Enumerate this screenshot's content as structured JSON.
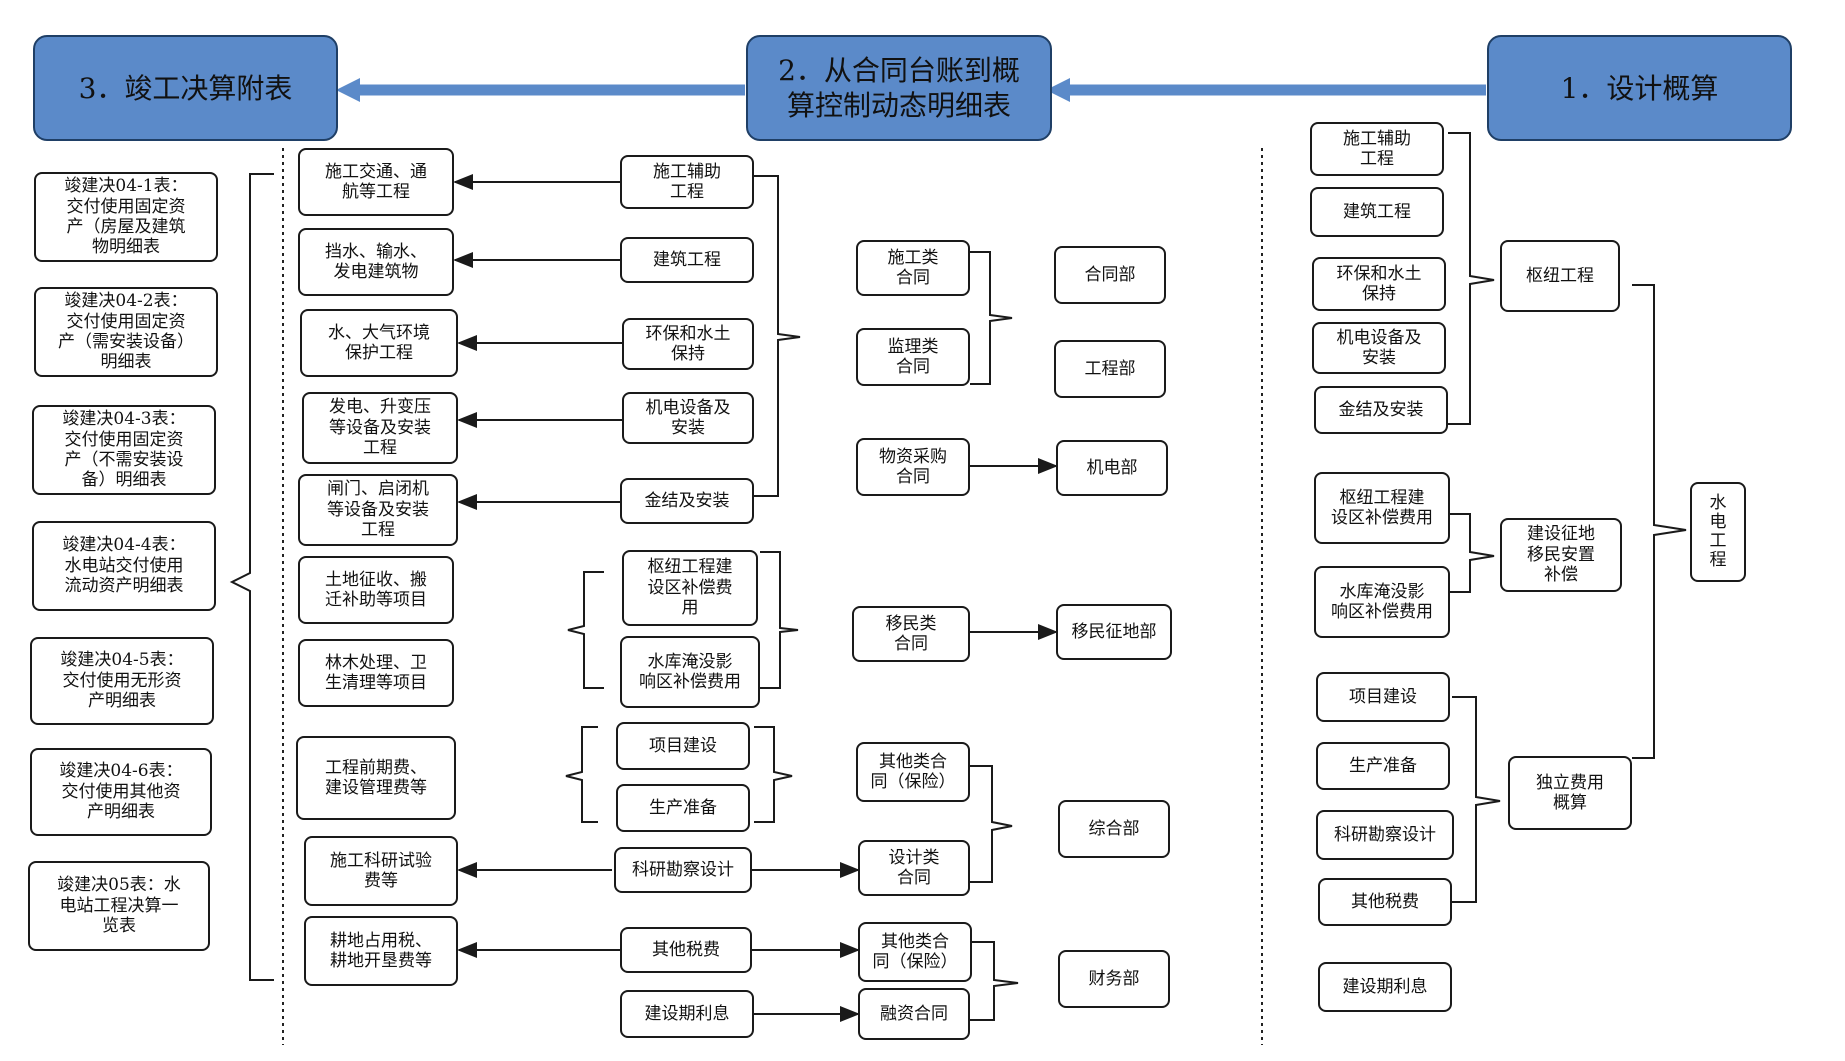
{
  "headers": {
    "final": "3．竣工决算附表",
    "ledger": "2．从合同台账到概\n算控制动态明细表",
    "estimate": "1．设计概算"
  },
  "final_tables": [
    "竣建决04-1表：\n交付使用固定资\n产（房屋及建筑\n物明细表",
    "竣建决04-2表：\n交付使用固定资\n产（需安装设备）\n明细表",
    "竣建决04-3表：\n交付使用固定资\n产（不需安装设\n备）明细表",
    "竣建决04-4表：\n水电站交付使用\n流动资产明细表",
    "竣建决04-5表：\n交付使用无形资\n产明细表",
    "竣建决04-6表：\n交付使用其他资\n产明细表",
    "竣建决05表：水\n电站工程决算一\n览表"
  ],
  "project_items": [
    "施工交通、通\n航等工程",
    "挡水、输水、\n发电建筑物",
    "水、大气环境\n保护工程",
    "发电、升变压\n等设备及安装\n工程",
    "闸门、启闭机\n等设备及安装\n工程",
    "土地征收、搬\n迁补助等项目",
    "林木处理、卫\n生清理等项目",
    "工程前期费、\n建设管理费等",
    "施工科研试验\n费等",
    "耕地占用税、\n耕地开垦费等"
  ],
  "budget_items": [
    "施工辅助\n工程",
    "建筑工程",
    "环保和水土\n保持",
    "机电设备及\n安装",
    "金结及安装",
    "枢纽工程建\n设区补偿费\n用",
    "水库淹没影\n响区补偿费用",
    "项目建设",
    "生产准备",
    "科研勘察设计",
    "其他税费",
    "建设期利息"
  ],
  "contracts": [
    "施工类\n合同",
    "监理类\n合同",
    "物资采购\n合同",
    "移民类\n合同",
    "其他类合\n同（保险）",
    "设计类\n合同",
    "其他类合\n同（保险）",
    "融资合同"
  ],
  "departments": [
    "合同部",
    "工程部",
    "机电部",
    "移民征地部",
    "综合部",
    "财务部"
  ],
  "estimate_items": [
    "施工辅助\n工程",
    "建筑工程",
    "环保和水土\n保持",
    "机电设备及\n安装",
    "金结及安装",
    "枢纽工程建\n设区补偿费用",
    "水库淹没影\n响区补偿费用",
    "项目建设",
    "生产准备",
    "科研勘察设计",
    "其他税费",
    "建设期利息"
  ],
  "estimate_groups": [
    "枢纽工程",
    "建设征地\n移民安置\n补偿",
    "独立费用\n概算"
  ],
  "root": "水\n电\n工\n程",
  "colors": {
    "header_fill": "#5b8ac9",
    "header_border": "#1f3f66",
    "arrow_blue": "#5b8ac9",
    "line": "#1a1a1a"
  }
}
